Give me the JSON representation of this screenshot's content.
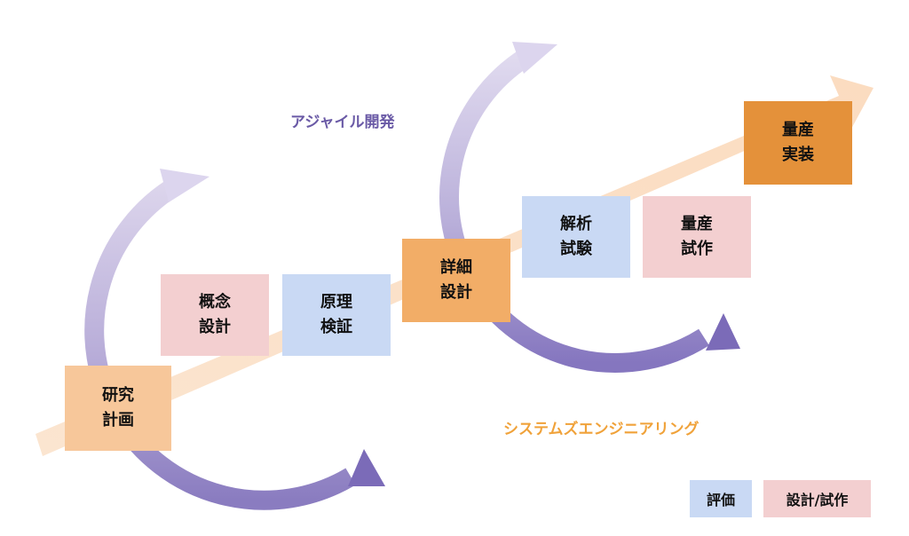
{
  "title_agile": "アジャイル開発",
  "title_se": "システムズエンジニアリング",
  "boxes": {
    "research": "研究\n計画",
    "concept": "概念\n設計",
    "principle": "原理\n検証",
    "detail": "詳細\n設計",
    "analysis": "解析\n試験",
    "prototype": "量産\n試作",
    "mass": "量産\n実装"
  },
  "legend": {
    "evaluation": "評価",
    "design": "設計/試作"
  },
  "colors": {
    "agile_text": "#6a5aa6",
    "se_text": "#f0a23a",
    "evaluation_fill": "#c9d9f4",
    "design_fill": "#f3cfd0",
    "research_fill": "#f7c79a",
    "detail_fill": "#f2ad67",
    "mass_fill": "#e4913a",
    "cycle_arrow": "#8c7cc0",
    "main_arrow": "#fbe3cc"
  }
}
